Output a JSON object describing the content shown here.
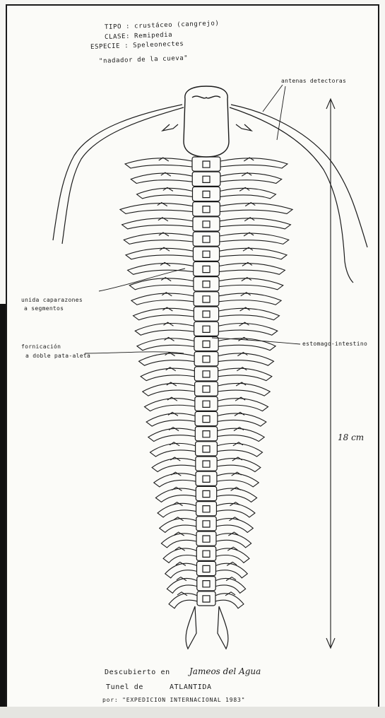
{
  "header": {
    "line1": "TIPO : crustáceo (cangrejo)",
    "line2": "CLASE: Remipedia",
    "line3": "ESPECIE : Speleonectes",
    "line4": "\"nadador de la cueva\""
  },
  "labels": {
    "antenas": "antenas detectoras",
    "caparazones_1": "unida caparazones",
    "caparazones_2": "a segmentos",
    "pata_1": "fornicación",
    "pata_2": "a doble pata-aleta",
    "estomago": "estomago-intestino",
    "size": "18 cm"
  },
  "footer": {
    "line1_a": "Descubierto en",
    "line1_b": "Jameos del Agua",
    "line2_a": "Tunel de",
    "line2_b": "ATLANTIDA",
    "line3": "por: \"EXPEDICION INTERNACIONAL 1983\""
  },
  "colors": {
    "ink": "#1b1b1b",
    "paper": "#fbfbf8",
    "frame": "#1a1a1a"
  }
}
